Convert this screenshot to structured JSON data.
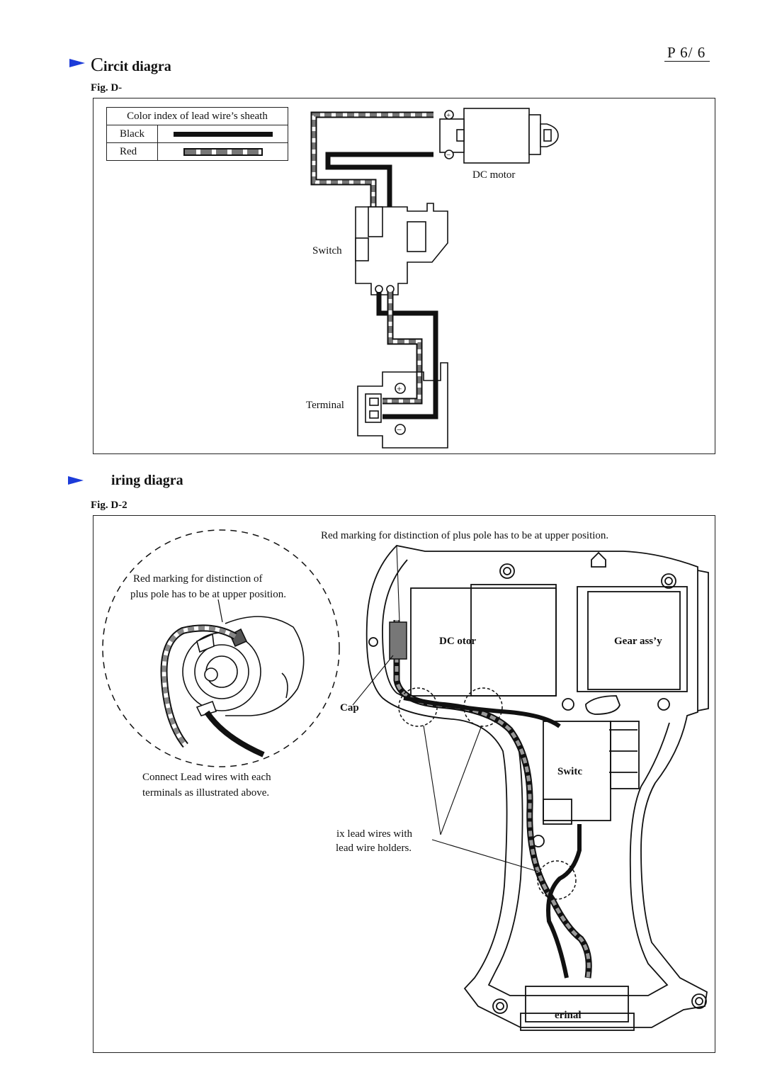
{
  "page_number": "P  6/ 6",
  "section1": {
    "title_initial": "C",
    "title_rest": "ircit diagra",
    "figure_label": "Fig. D-"
  },
  "legend": {
    "header": "Color index of lead wire’s sheath",
    "rows": [
      {
        "name": "Black"
      },
      {
        "name": "Red"
      }
    ]
  },
  "circuit_labels": {
    "motor": "DC motor",
    "switch": "Switch",
    "terminal": "Terminal"
  },
  "section2": {
    "title": "iring diagra",
    "figure_label": "Fig. D-2"
  },
  "wiring_labels": {
    "top_note": "Red marking for distinction of plus pole has to be at upper position.",
    "inset_note_line1": "Red marking for distinction of",
    "inset_note_line2": "plus pole has to be at upper position.",
    "connect_line1": "Connect Lead wires with each",
    "connect_line2": "terminals as illustrated above.",
    "fix_line1": "ix lead wires with",
    "fix_line2": "lead wire holders.",
    "motor": "DC otor",
    "gear": "Gear ass’y",
    "cap": "Cap",
    "switch": "Switc",
    "terminal": "erinal"
  },
  "colors": {
    "arrow": "#1c3bd9",
    "black_wire": "#111111",
    "red_wire": "#777777"
  }
}
